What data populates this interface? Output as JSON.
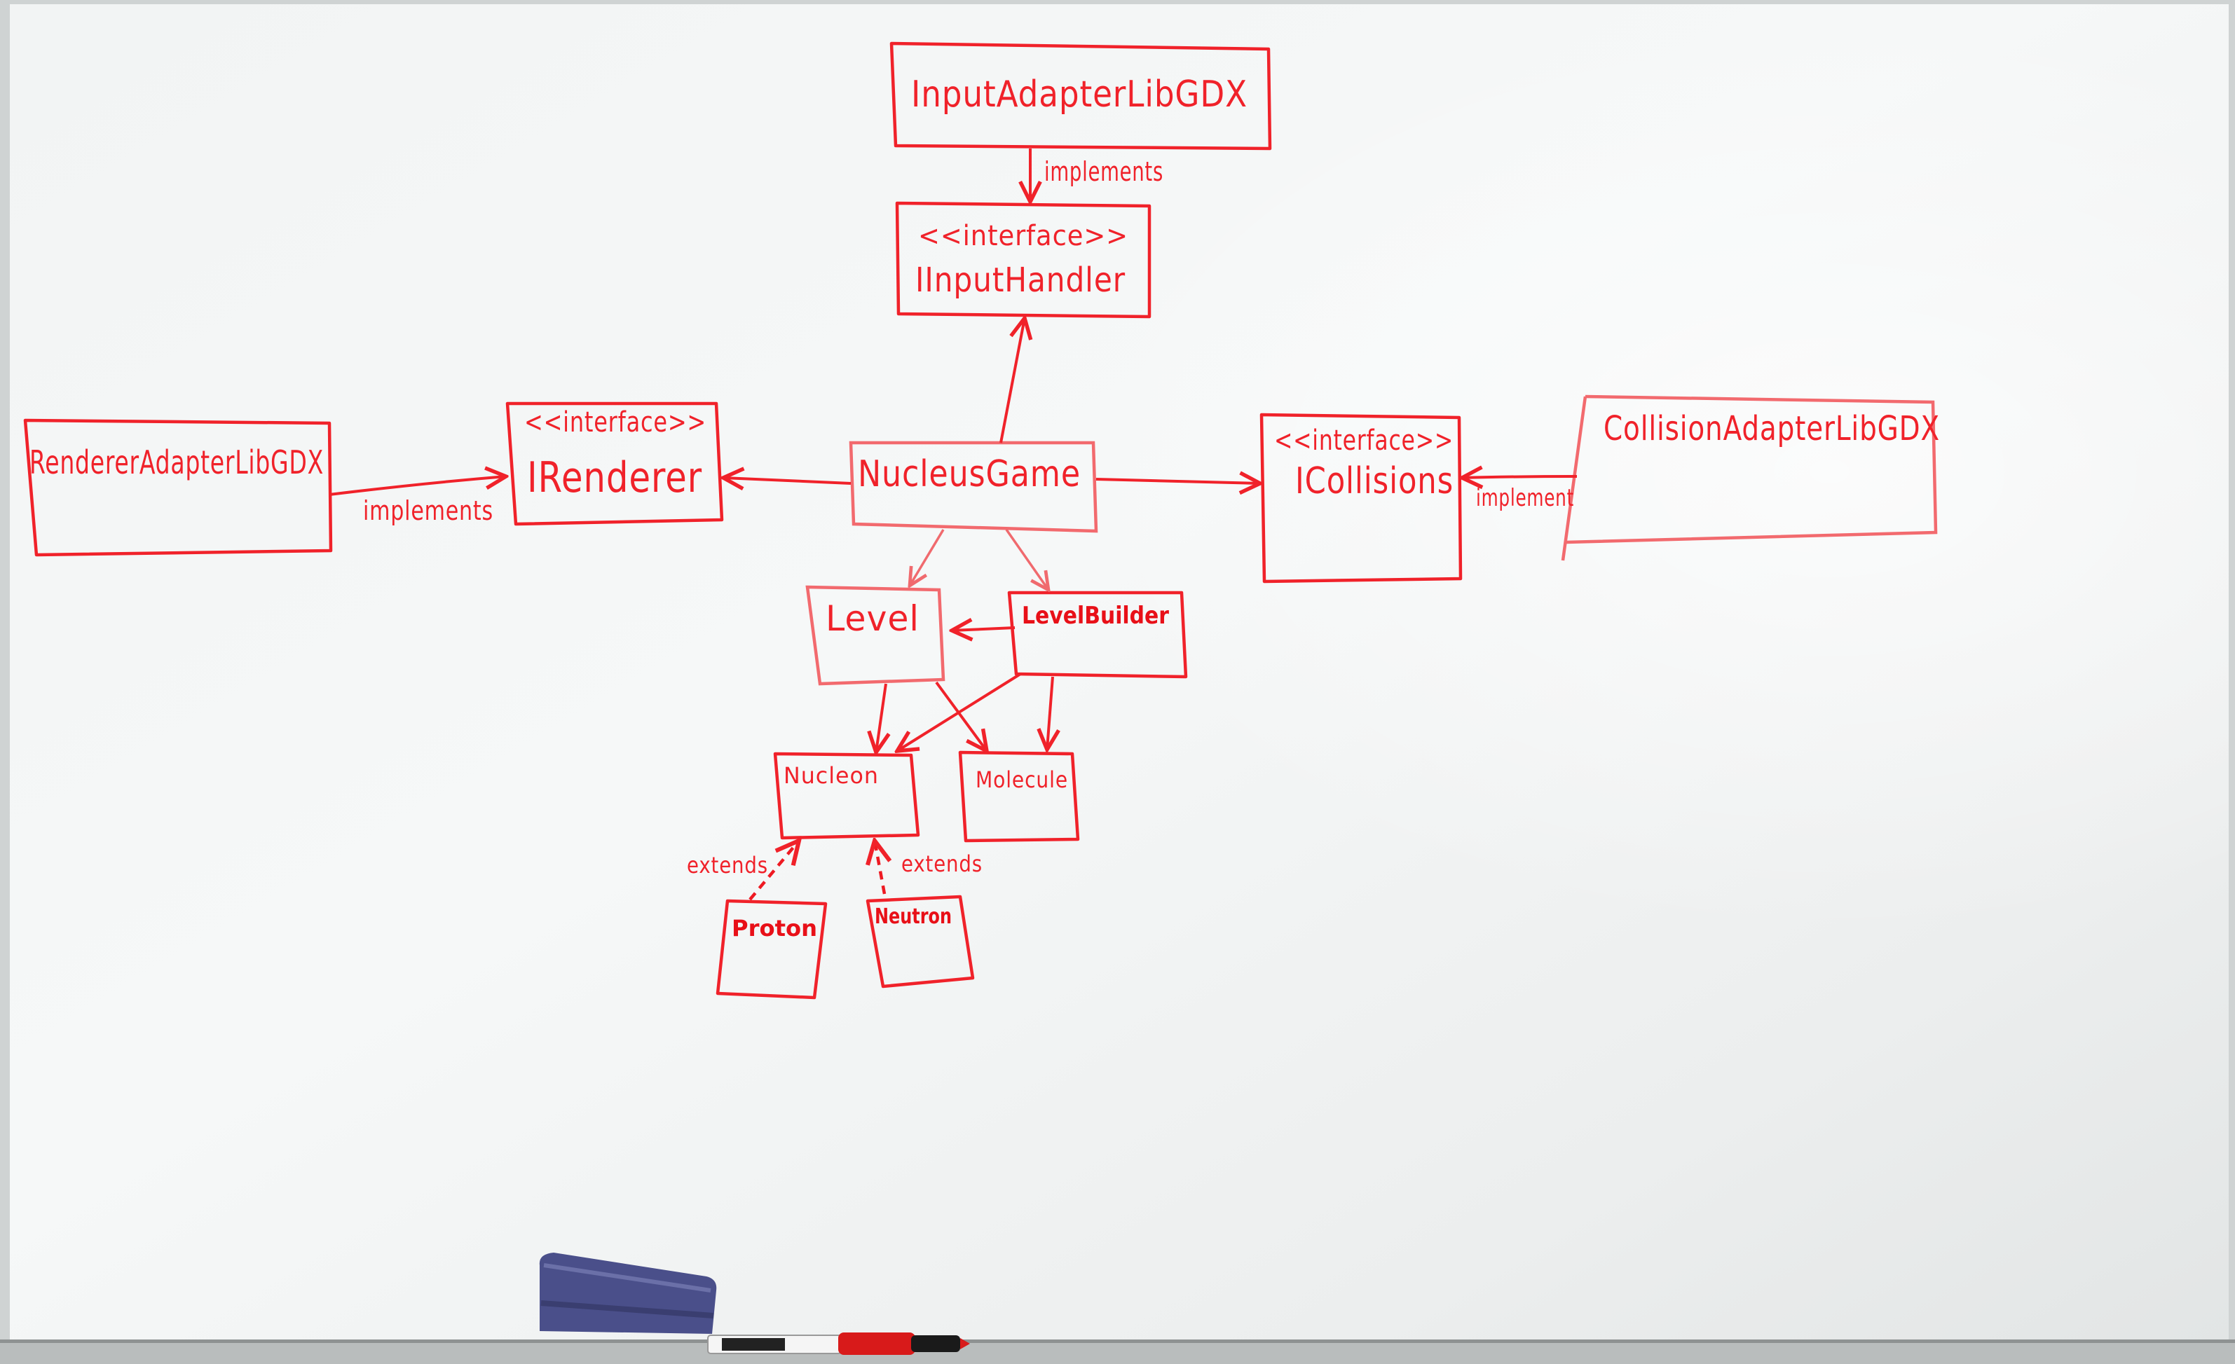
{
  "nodes": {
    "input_adapter": {
      "label": "InputAdapterLibGDX"
    },
    "iinputhandler": {
      "stereotype": "<<interface>>",
      "label": "IInputHandler"
    },
    "renderer_adapter": {
      "label": "RendererAdapterLibGDX"
    },
    "irenderer": {
      "stereotype": "<<interface>>",
      "label": "IRenderer"
    },
    "nucleus_game": {
      "label": "NucleusGame"
    },
    "icollisions": {
      "stereotype": "<<interface>>",
      "label": "ICollisions"
    },
    "collision_adapter": {
      "label": "CollisionAdapterLibGDX"
    },
    "level": {
      "label": "Level"
    },
    "level_builder": {
      "label": "LevelBuilder"
    },
    "nucleon": {
      "label": "Nucleon"
    },
    "molecule": {
      "label": "Molecule"
    },
    "proton": {
      "label": "Proton"
    },
    "neutron": {
      "label": "Neutron"
    }
  },
  "edges": [
    {
      "from": "input_adapter",
      "to": "iinputhandler",
      "label": "implements"
    },
    {
      "from": "renderer_adapter",
      "to": "irenderer",
      "label": "implements"
    },
    {
      "from": "collision_adapter",
      "to": "icollisions",
      "label": "implement"
    },
    {
      "from": "nucleus_game",
      "to": "iinputhandler",
      "label": ""
    },
    {
      "from": "nucleus_game",
      "to": "irenderer",
      "label": ""
    },
    {
      "from": "nucleus_game",
      "to": "icollisions",
      "label": ""
    },
    {
      "from": "nucleus_game",
      "to": "level",
      "label": ""
    },
    {
      "from": "nucleus_game",
      "to": "level_builder",
      "label": ""
    },
    {
      "from": "level_builder",
      "to": "level",
      "label": ""
    },
    {
      "from": "level",
      "to": "nucleon",
      "label": ""
    },
    {
      "from": "level",
      "to": "molecule",
      "label": ""
    },
    {
      "from": "level_builder",
      "to": "nucleon",
      "label": ""
    },
    {
      "from": "level_builder",
      "to": "molecule",
      "label": ""
    },
    {
      "from": "proton",
      "to": "nucleon",
      "label": "extends"
    },
    {
      "from": "neutron",
      "to": "nucleon",
      "label": "extends"
    }
  ],
  "colors": {
    "board": "#f4f6f6",
    "marker": "#f0222a",
    "frame": "#c8cccc",
    "eraser": "#4a4f8a"
  },
  "objects": {
    "eraser": "whiteboard-eraser",
    "marker": "red-marker"
  }
}
